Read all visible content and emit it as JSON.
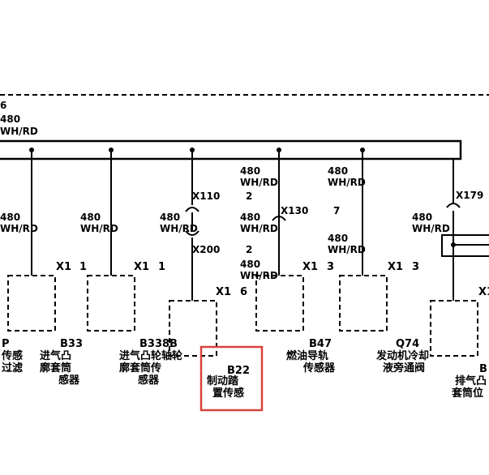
{
  "top_left": {
    "line1": "6",
    "line2": "480",
    "line3": "WH/RD"
  },
  "wire_labels": {
    "w1a": "480",
    "w1b": "WH/RD",
    "w2a": "480",
    "w2b": "WH/RD",
    "w3a": "480",
    "w3b": "WH/RD",
    "w4a": "480",
    "w4b": "WH/RD",
    "w5a": "480",
    "w5b": "WH/RD",
    "w6a": "480",
    "w6b": "WH/RD",
    "w7a": "480",
    "w7b": "WH/RD",
    "w8a": "480",
    "w8b": "WH/RD",
    "w9a": "480",
    "w9b": "WH/RD"
  },
  "connectors": {
    "x110": "X110",
    "x200": "X200",
    "x130": "X130",
    "x179": "X179",
    "x1": "X1",
    "pin1": "1",
    "pin2": "2",
    "pin3": "3",
    "pin6": "6",
    "pin7": "7"
  },
  "components": {
    "c0": {
      "code": "P",
      "line1": "传感",
      "line2": "过滤"
    },
    "c1": {
      "code": "B33",
      "line1": "进气凸",
      "line2": "廓套筒",
      "line3": "感器"
    },
    "c2": {
      "code": "B338B",
      "line1": "进气凸轮轴轮",
      "line2": "廓套筒传",
      "line3": "感器"
    },
    "c3": {
      "code": "B22",
      "line1": "制动踏",
      "line2": "置传感"
    },
    "c4": {
      "code": "B47",
      "line1": "燃油导轨",
      "line2": "传感器"
    },
    "c5": {
      "code": "Q74",
      "line1": "发动机冷却",
      "line2": "液旁通阀"
    },
    "c6": {
      "code": "B",
      "line1": "排气凸",
      "line2": "套筒位"
    }
  },
  "colors": {
    "line": "#000000",
    "highlight": "#d9423b",
    "background": "#ffffff"
  }
}
